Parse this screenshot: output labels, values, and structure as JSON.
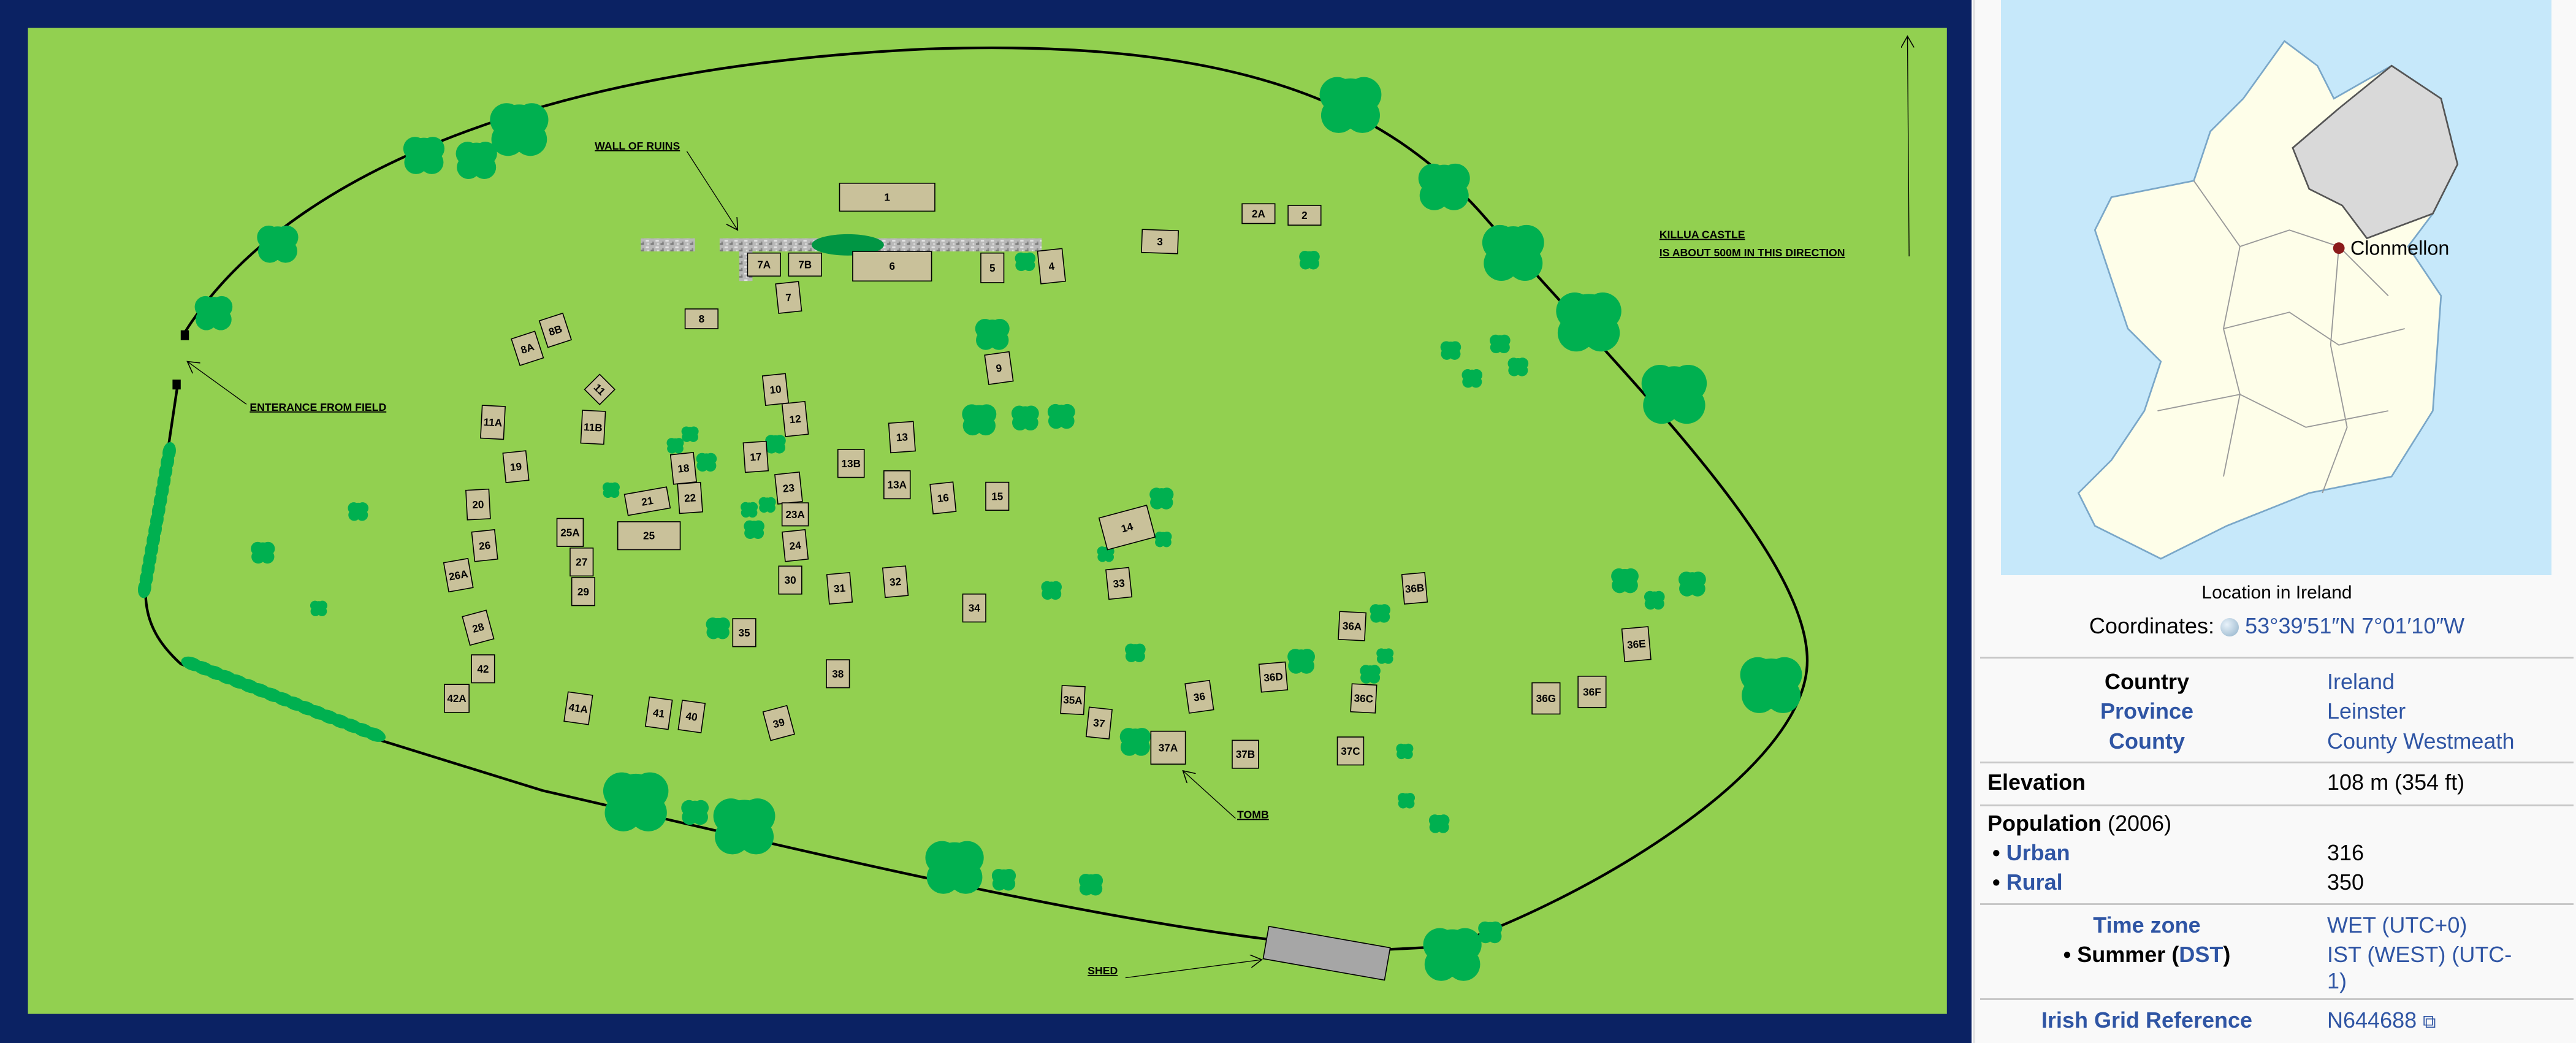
{
  "plan": {
    "annotations": {
      "wall_of_ruins": "WALL OF RUINS",
      "entrance": "ENTERANCE FROM FIELD",
      "castle_line1": "KILLUA CASTLE",
      "castle_line2": "IS ABOUT 500M IN THIS DIRECTION",
      "tomb": "TOMB",
      "shed": "SHED"
    },
    "graves": [
      "1",
      "2A",
      "2",
      "3",
      "7A",
      "7B",
      "6",
      "5",
      "4",
      "7",
      "8",
      "8A",
      "8B",
      "9",
      "11",
      "10",
      "12",
      "11A",
      "11B",
      "13",
      "13B",
      "17",
      "18",
      "19",
      "23",
      "13A",
      "16",
      "15",
      "21",
      "22",
      "20",
      "23A",
      "14",
      "25A",
      "25",
      "24",
      "26",
      "27",
      "26A",
      "30",
      "31",
      "32",
      "29",
      "33",
      "36B",
      "34",
      "36A",
      "35",
      "28",
      "36E",
      "38",
      "42",
      "36D",
      "36C",
      "36G",
      "36F",
      "35A",
      "36",
      "42A",
      "41A",
      "41",
      "40",
      "39",
      "37",
      "37A",
      "37B",
      "37C"
    ],
    "colors": {
      "grass": "#92d050",
      "tree": "#00b050",
      "grave": "#c9c19a",
      "frame": "#0b2263",
      "shed": "#a6a6a6"
    }
  },
  "infobox": {
    "map_label": "Clonmellon",
    "caption": "Location in Ireland",
    "coordinates_label": "Coordinates:",
    "coordinates_value": "53°39′51″N 7°01′10″W",
    "country_label": "Country",
    "country_value": "Ireland",
    "province_label": "Province",
    "province_value": "Leinster",
    "county_label": "County",
    "county_value": "County Westmeath",
    "elevation_label": "Elevation",
    "elevation_value": "108 m (354 ft)",
    "population_label": "Population",
    "population_year": "(2006)",
    "urban_label": "Urban",
    "urban_value": "316",
    "rural_label": "Rural",
    "rural_value": "350",
    "timezone_label": "Time zone",
    "timezone_value": "WET (UTC+0)",
    "summer_label": "Summer",
    "summer_dst": "DST",
    "summer_value_line1": "IST (WEST) (UTC-",
    "summer_value_line2": "1)",
    "grid_label": "Irish Grid Reference",
    "grid_value": "N644688"
  }
}
